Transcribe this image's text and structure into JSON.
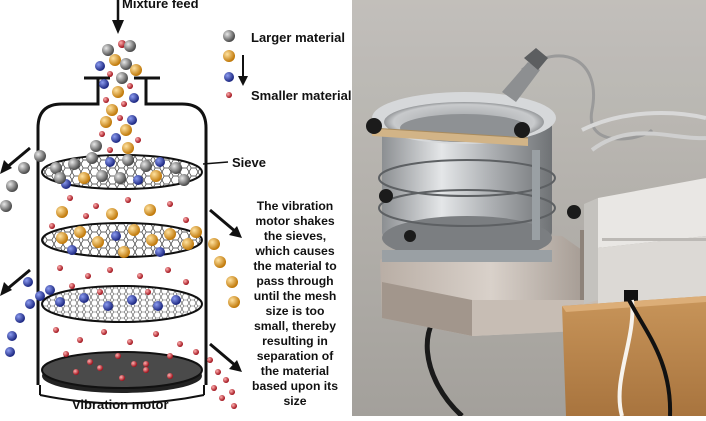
{
  "diagram": {
    "feed_label": "Mixture feed",
    "legend": {
      "larger": "Larger material",
      "smaller": "Smaller material"
    },
    "sieve_label": "Sieve",
    "motor_label": "Vibration motor",
    "description_lines": [
      "The vibration",
      "motor shakes",
      "the sieves,",
      "which causes",
      "the material to",
      "pass through",
      "until the mesh",
      "size is too",
      "small, thereby",
      "resulting in",
      "separation of",
      "the material",
      "based upon its",
      "size"
    ]
  },
  "colors": {
    "gray_ball": "#6f6f6f",
    "orange_ball": "#e09a1c",
    "blue_ball": "#2e3fa8",
    "red_ball": "#c3222d",
    "motor": "#4a4a4a"
  }
}
